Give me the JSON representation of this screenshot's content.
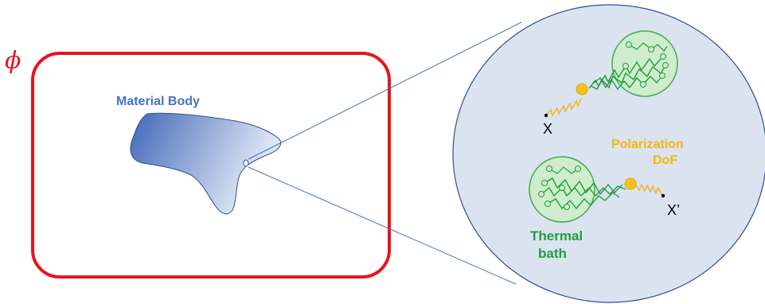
{
  "labels": {
    "phi": "ϕ",
    "material_body": "Material Body",
    "point_x": "X",
    "point_x_prime": "X’",
    "polarization_line1": "Polarization",
    "polarization_line2": "DoF",
    "thermal_line1": "Thermal",
    "thermal_line2": "bath"
  },
  "colors": {
    "domain_border": "#e8141c",
    "phi": "#e8141c",
    "body_dark": "#3f67b8",
    "body_light": "#e8eef8",
    "body_outline": "#2f4f8f",
    "material_label": "#4472c4",
    "zoom_fill": "#dbe3f1",
    "zoom_outline": "#2f4f8f",
    "bath_fill": "#cfeccc",
    "bath_outline": "#3fae49",
    "chain": "#1e9e3a",
    "spring": "#f2b114",
    "bead": "#f7c21a",
    "polarization_label": "#f2b705",
    "thermal_label": "#1e9e3a",
    "point_label": "#000000"
  }
}
